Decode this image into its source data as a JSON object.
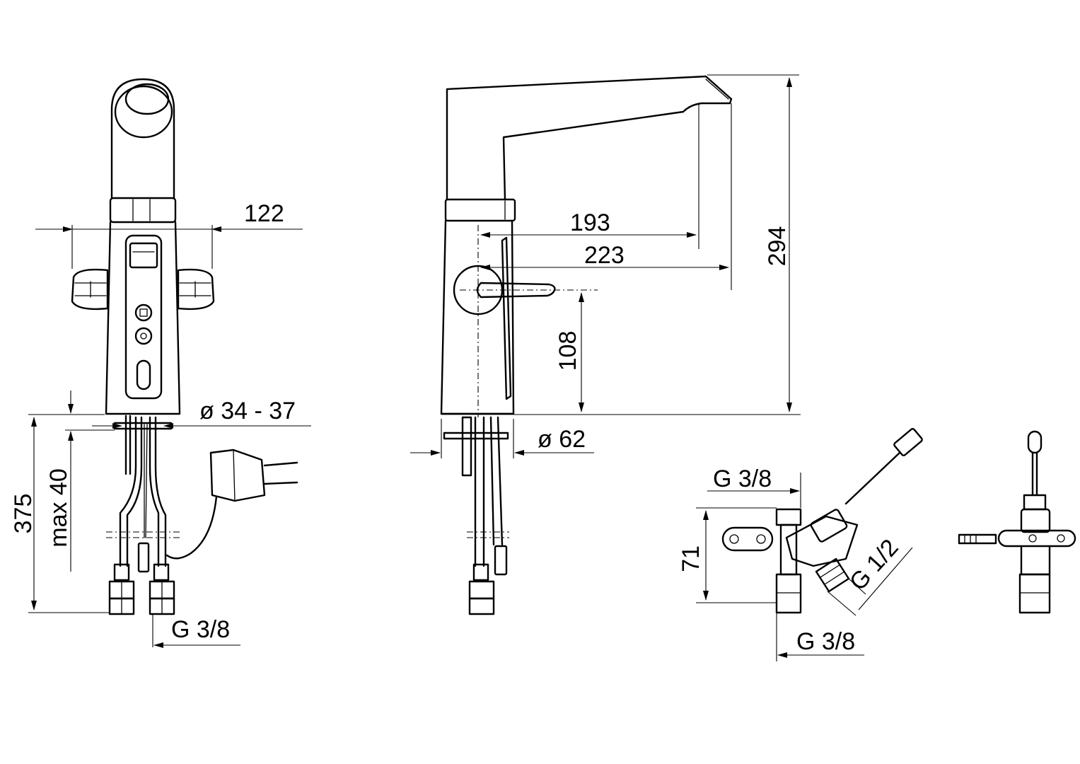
{
  "dimensions": {
    "front_width": "122",
    "deck_hole": "ø 34 - 37",
    "total_height": "375",
    "deck_thickness": "max 40",
    "front_connection": "G 3/8",
    "spout_reach_inner": "193",
    "spout_reach_outer": "223",
    "spout_height": "294",
    "lever_height": "108",
    "base_diameter": "ø 62",
    "valve_inlet_top": "G 3/8",
    "valve_height": "71",
    "valve_outlet": "G 1/2",
    "valve_inlet_bottom": "G 3/8"
  },
  "colors": {
    "line": "#000000",
    "background": "#ffffff"
  }
}
